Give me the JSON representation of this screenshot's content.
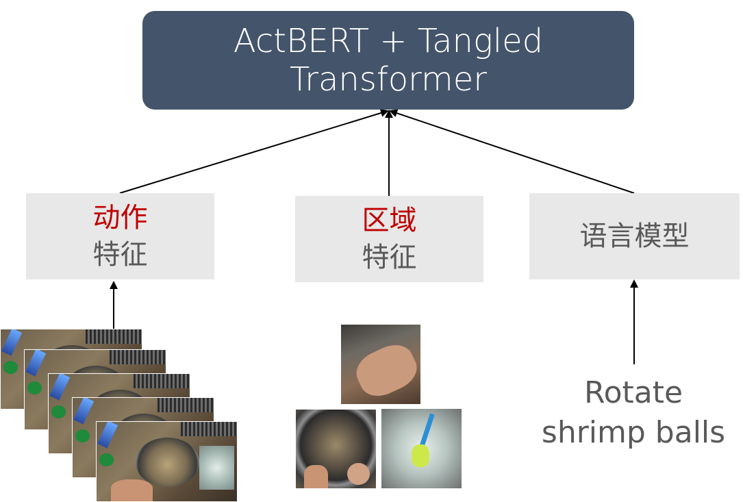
{
  "model_box": {
    "line1": "ActBERT + Tangled",
    "line2": "Transformer"
  },
  "features": {
    "motion": {
      "highlight": "动作",
      "suffix": "特征"
    },
    "region": {
      "highlight": "区域",
      "suffix": "特征"
    },
    "language": {
      "label": "语言模型"
    }
  },
  "caption": {
    "line1": "Rotate",
    "line2": "shrimp balls"
  },
  "colors": {
    "model_box": "#44546a",
    "feature_box": "#e8e8e8",
    "highlight": "#c00000",
    "text": "#595959"
  }
}
